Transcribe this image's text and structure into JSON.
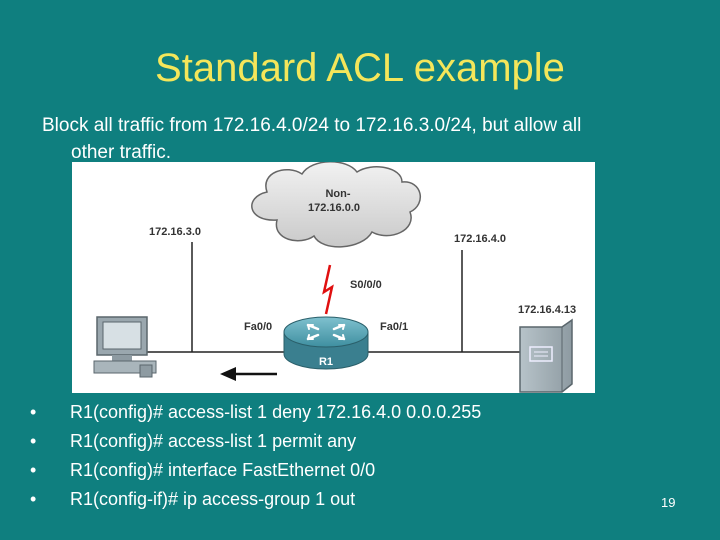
{
  "slide": {
    "title": "Standard ACL example",
    "intro_line1": "Block all traffic from 172.16.4.0/24 to 172.16.3.0/24, but allow all",
    "intro_line2": "other traffic.",
    "page_number": "19"
  },
  "diagram": {
    "cloud_line1": "Non-",
    "cloud_line2": "172.16.0.0",
    "left_network": "172.16.3.0",
    "right_network": "172.16.4.0",
    "host_ip": "172.16.4.13",
    "serial_interface": "S0/0/0",
    "left_interface": "Fa0/0",
    "right_interface": "Fa0/1",
    "router_name": "R1"
  },
  "commands": [
    {
      "bullet": "•",
      "text": "R1(config)# access-list 1 deny 172.16.4.0   0.0.0.255"
    },
    {
      "bullet": "•",
      "text": "R1(config)# access-list 1 permit any"
    },
    {
      "bullet": "•",
      "text": "R1(config)# interface FastEthernet 0/0"
    },
    {
      "bullet": "•",
      "text": "R1(config-if)# ip access-group 1 out"
    }
  ],
  "colors": {
    "background": "#0f7f7f",
    "title": "#f4e65a",
    "serial_link": "#e01010",
    "router": "#3f8fa0"
  }
}
